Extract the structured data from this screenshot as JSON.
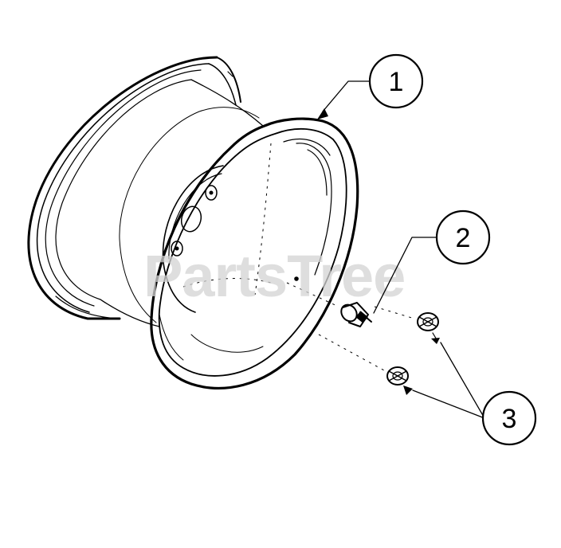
{
  "watermark": "PartsTree",
  "callouts": [
    {
      "id": "1",
      "label": "1"
    },
    {
      "id": "2",
      "label": "2"
    },
    {
      "id": "3",
      "label": "3"
    }
  ],
  "parts_shown": [
    "wheel-rim",
    "valve-stem",
    "lug-nut",
    "lug-nut"
  ],
  "colors": {
    "ink": "#000000",
    "paper": "#ffffff",
    "watermark": "#d4d4d4"
  }
}
